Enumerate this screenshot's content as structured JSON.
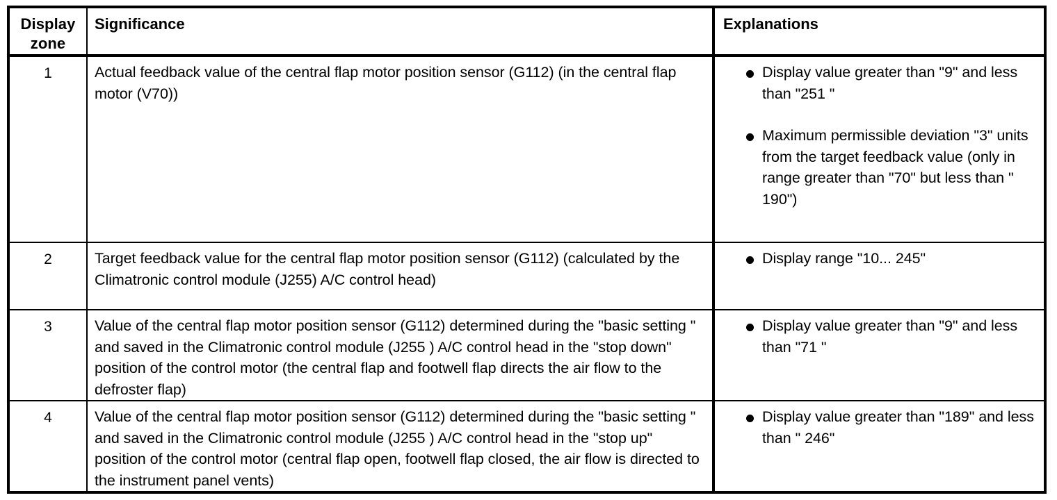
{
  "document": {
    "type": "specification-table",
    "title": "Display zone significance and explanations"
  },
  "table": {
    "headers": {
      "zone_line1": "Display",
      "zone_line2": "zone",
      "significance": "Significance",
      "explanations": "Explanations"
    },
    "rows": [
      {
        "zone": "1",
        "significance": "Actual feedback value of the central flap motor position sensor (G112) (in the central flap motor (V70))",
        "explanations": [
          "Display value greater than \"9\" and less than \"251 \"",
          "Maximum permissible deviation \"3\" units from the target feedback value (only in range greater than \"70\" but less than \" 190\")"
        ]
      },
      {
        "zone": "2",
        "significance": "Target feedback value for the central flap motor position sensor (G112) (calculated by the Climatronic control module (J255) A/C control head)",
        "explanations": [
          "Display range \"10... 245\""
        ]
      },
      {
        "zone": "3",
        "significance": "Value of the central flap motor position sensor (G112) determined during the \"basic setting \" and saved in the Climatronic control module (J255 ) A/C control head in the \"stop down\" position of the control motor (the central flap and footwell flap directs the air flow to the defroster flap)",
        "explanations": [
          "Display value greater than \"9\" and less than \"71 \""
        ]
      },
      {
        "zone": "4",
        "significance": "Value of the central flap motor position sensor (G112) determined during the \"basic setting \" and saved in the Climatronic control module (J255 ) A/C control head in the \"stop up\" position of the control motor (central flap open, footwell flap closed, the air flow is directed to the instrument panel vents)",
        "explanations": [
          "Display value greater than \"189\" and less than \" 246\""
        ]
      }
    ]
  },
  "colors": {
    "text": "#000000",
    "background": "#ffffff",
    "border": "#000000"
  }
}
